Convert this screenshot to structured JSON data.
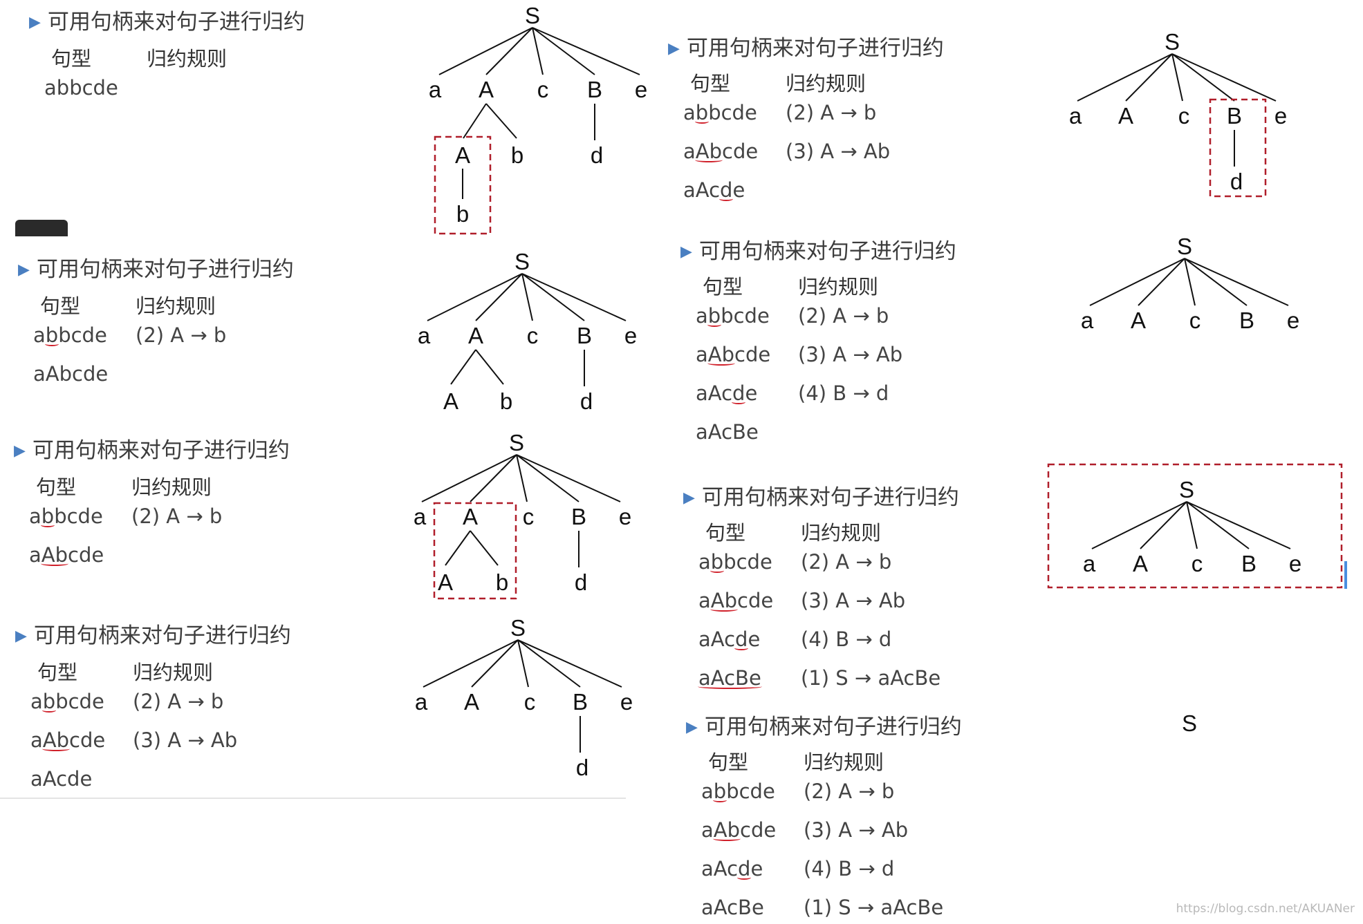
{
  "title": "可用句柄来对句子进行归约",
  "header_form": "句型",
  "header_rule": "归约规则",
  "forms": [
    {
      "pre": "a",
      "hl": "b",
      "post": "bcde"
    },
    {
      "pre": "a",
      "hl": "Ab",
      "post": "cde"
    },
    {
      "pre": "aAc",
      "hl": "d",
      "post": "e"
    },
    {
      "pre": "",
      "hl": "aAcBe",
      "post": ""
    }
  ],
  "rules": [
    "(2) A → b",
    "(3) A → Ab",
    "(4) B → d",
    "(1) S → aAcBe"
  ],
  "final_form": "aAcBe",
  "tree_labels": {
    "S": "S",
    "a": "a",
    "A": "A",
    "b": "b",
    "c": "c",
    "B": "B",
    "d": "d",
    "e": "e"
  },
  "watermark": "https://blog.csdn.net/AKUANer",
  "colors": {
    "title_triangle": "#4a7fc1",
    "handle_underline": "#d0202a",
    "handle_box": "#b01e2a"
  }
}
